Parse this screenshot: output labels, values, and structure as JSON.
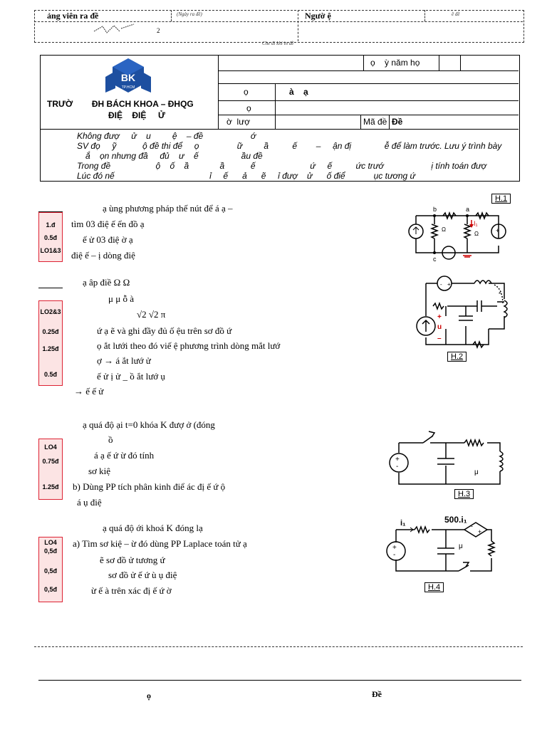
{
  "header_strip": {
    "lecturer_label": "ảng viên ra đề",
    "date_label": "(Ngày ra đề)",
    "reviewer_label": "Ngườ              ệ",
    "reviewer_date": "ề đề",
    "small_note": "Che đi khi in đề",
    "sig_mark": "2"
  },
  "exam_header": {
    "school_line1": "TRƯỜ        ĐH BÁCH KHOA – ĐHQG",
    "school_line2": "ĐIỆ    ĐIỆ     Ử",
    "logo_text": "BK",
    "logo_sub": "TP.HCM",
    "row1_label": "ọ    ỳ năm họ",
    "row2_label": "ọ",
    "row2_value": "à    ạ",
    "row3_label": "ọ",
    "row4_label": "ờ  lượ",
    "exam_code_label": "Mã đề",
    "exam_code_value": "Đề"
  },
  "instructions": [
    "Không đượ     ử    u         ệ    – đề                    ớ",
    "SV đọ     ỹ           ộ đề thi để     ọ                ữ         ầ          ế        –     ận đị              ễ để làm trước. Lưu ý trình bày",
    "ắ    ọn nhưng đầ     đủ    ư    ế                  ầu đề",
    "Trong đề                   ộ    ố    ầ             ầ           ế                       ứ     ế          ức trướ                    ị tính toán đượ",
    "Lúc đó nế                                        ỉ     ế      ả      ẽ     ỉ đượ    ử      ố điể            ục tương ứ"
  ],
  "questions": {
    "q1": {
      "lo": [
        "1.đ",
        "0.5đ",
        "LO1&3"
      ],
      "lines": [
        "ạ                                    ùng phương pháp thế nút để      á     ạ     –",
        "tìm 03 điệ       ế                               ển đồ      ạ",
        "ế               ử                                                   03 điệ       ờ       ạ",
        "điệ     ế      –              ị dòng điệ"
      ],
      "fig": "H.1"
    },
    "q2": {
      "lo": [
        "LO2&3",
        "0.25đ",
        "1.25đ",
        "0.5đ"
      ],
      "lines": [
        "ạ         âp điề                                        Ω            Ω",
        "μ               μ                                        ỗ  à",
        "√2                                          √2              π",
        "ứ              ạ      ẽ và ghi đầy đủ      ố    ệu trên sơ đồ      ứ",
        "ọ                          ắt lưới theo đó viế      ệ phương trình dòng mắt lướ",
        "ợ  →      á                          ắt lướ        ử",
        "ế              ử                     ị             ử  _             ồ                                    ắt lướ         ụ",
        "→     ế     ế       ử"
      ],
      "fig": "H.2"
    },
    "q3": {
      "lo": [
        "LO4",
        "0.75đ",
        "1.25đ"
      ],
      "lines": [
        "ạ   quá độ                    ại t=0 khóa K đượ        ở      (đóng",
        "ồ",
        "á     ạ                                   ế           ứ                          ừ đó tính",
        "sơ kiệ",
        "b) Dùng PP tích phân kinh điể          ác đị          ế         ứ                           ộ",
        "á                         ụ điệ"
      ],
      "fig": "H.3"
    },
    "q4": {
      "lo": [
        "LO4",
        "0,5đ",
        "0,5đ",
        "0,5đ"
      ],
      "lines": [
        "ạ   quá độ                  ới khoá K đóng lạ",
        "a) Tìm sơ kiệ    –   ừ đó dùng PP Laplace toán tử          ạ",
        "ẽ sơ đồ          ử tương ứ",
        "sơ đồ           ử                     ế       ứ          ù                   ụ điệ",
        "ừ     ế          à trên xác đị          ế           ứ                   ờ"
      ],
      "fig": "H.4",
      "source_label": "500.i₁"
    }
  },
  "footer": {
    "left": "ọ",
    "right": "Đề"
  }
}
